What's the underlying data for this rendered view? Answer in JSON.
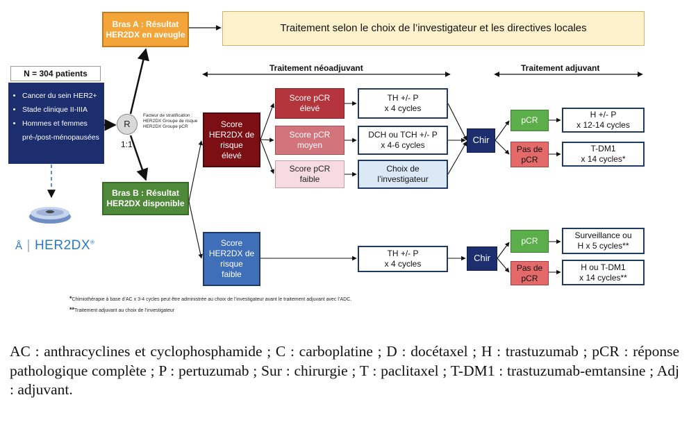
{
  "arm_a": "Bras A : Résultat\nHER2DX en aveugle",
  "arm_a_treatment": "Traitement selon le choix de l’investigateur et les directives locales",
  "patients": {
    "count": "N = 304 patients",
    "criteria": [
      "Cancer du sein HER2+",
      "Stade clinique II-IIIA",
      "Hommes et femmes",
      "pré-/post-ménopausées"
    ]
  },
  "randomization": {
    "symbol": "R",
    "ratio": "1:1"
  },
  "stratification": "Facteur de stratification :\nHER2DX Groupe de risque\nHER2DX Groupe pCR",
  "arm_b": "Bras B : Résultat\nHER2DX disponible",
  "headers": {
    "neoadjuvant": "Traitement néoadjuvant",
    "adjuvant": "Traitement adjuvant"
  },
  "high_risk": {
    "label": "Score\nHER2DX de\nrisque\nélevé",
    "pcr_high": "Score pCR\nélevé",
    "pcr_moderate": "Score pCR\nmoyen",
    "pcr_low": "Score pCR\nfaible",
    "treat_high": "TH +/- P\nx 4 cycles",
    "treat_moderate": "DCH ou TCH +/- P\nx 4-6 cycles",
    "treat_low": "Choix de\nl’investigateur",
    "surgery": "Chir",
    "pcr": "pCR",
    "no_pcr": "Pas de\npCR",
    "adj_pcr": "H +/- P\nx 12-14 cycles",
    "adj_no_pcr": "T-DM1\nx 14 cycles*"
  },
  "low_risk": {
    "label": "Score\nHER2DX de\nrisque\nfaible",
    "treatment": "TH +/- P\nx 4 cycles",
    "surgery": "Chir",
    "pcr": "pCR",
    "no_pcr": "Pas de\npCR",
    "adj_pcr": "Surveillance ou\nH x 5 cycles**",
    "adj_no_pcr": "H ou T-DM1\nx 14 cycles**"
  },
  "footnotes": {
    "note1_mark": "*",
    "note1": "Chimiothérapie à base d’AC x 3-4 cycles peut être administrée au choix de l’investigateur avant le traitement adjuvant avec l’ADC.",
    "note2_mark": "**",
    "note2": "Traitement adjuvant au choix de l’investigateur"
  },
  "logo": {
    "mark": "Å",
    "text": "HER2DX",
    "tm": "®"
  },
  "legend": "AC : anthracyclines et cyclophosphamide ; C : carboplatine ; D : docétaxel ; H : trastuzumab ; pCR : réponse pathologique complète ; P : pertuzumab ; Sur : chirurgie ; T : paclitaxel ; T-DM1 : trastuzumab-emtansine ; Adj : adjuvant.",
  "colors": {
    "arm_a": "#f4a53a",
    "arm_b": "#4f8a3a",
    "navy": "#1c2e6e",
    "high_risk": "#7b0f14",
    "low_risk": "#3f6fb8",
    "pcr_high": "#b5353d",
    "pcr_moderate": "#d1747c",
    "pcr_low": "#f6dbe0",
    "pcr": "#5cae4a",
    "no_pcr": "#e46a6a",
    "logo": "#2c79c3"
  }
}
